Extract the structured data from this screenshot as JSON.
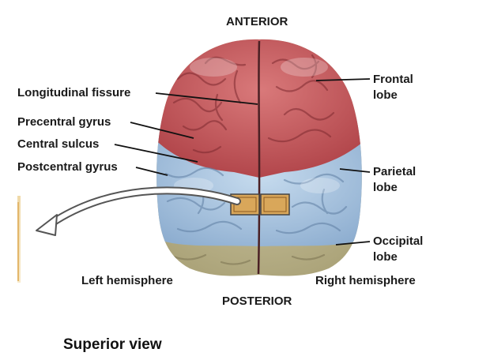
{
  "labels": {
    "anterior": "ANTERIOR",
    "posterior": "POSTERIOR",
    "longitudinal_fissure": "Longitudinal fissure",
    "precentral_gyrus": "Precentral gyrus",
    "central_sulcus": "Central sulcus",
    "postcentral_gyrus": "Postcentral gyrus",
    "frontal_lobe_1": "Frontal",
    "frontal_lobe_2": "lobe",
    "parietal_lobe_1": "Parietal",
    "parietal_lobe_2": "lobe",
    "occipital_lobe_1": "Occipital",
    "occipital_lobe_2": "lobe",
    "left_hemisphere": "Left hemisphere",
    "right_hemisphere": "Right hemisphere"
  },
  "caption": "Superior view",
  "colors": {
    "frontal": "#c9575a",
    "parietal": "#a9c4e0",
    "occipital": "#c9c09a",
    "highlight": "#d9a75a"
  }
}
